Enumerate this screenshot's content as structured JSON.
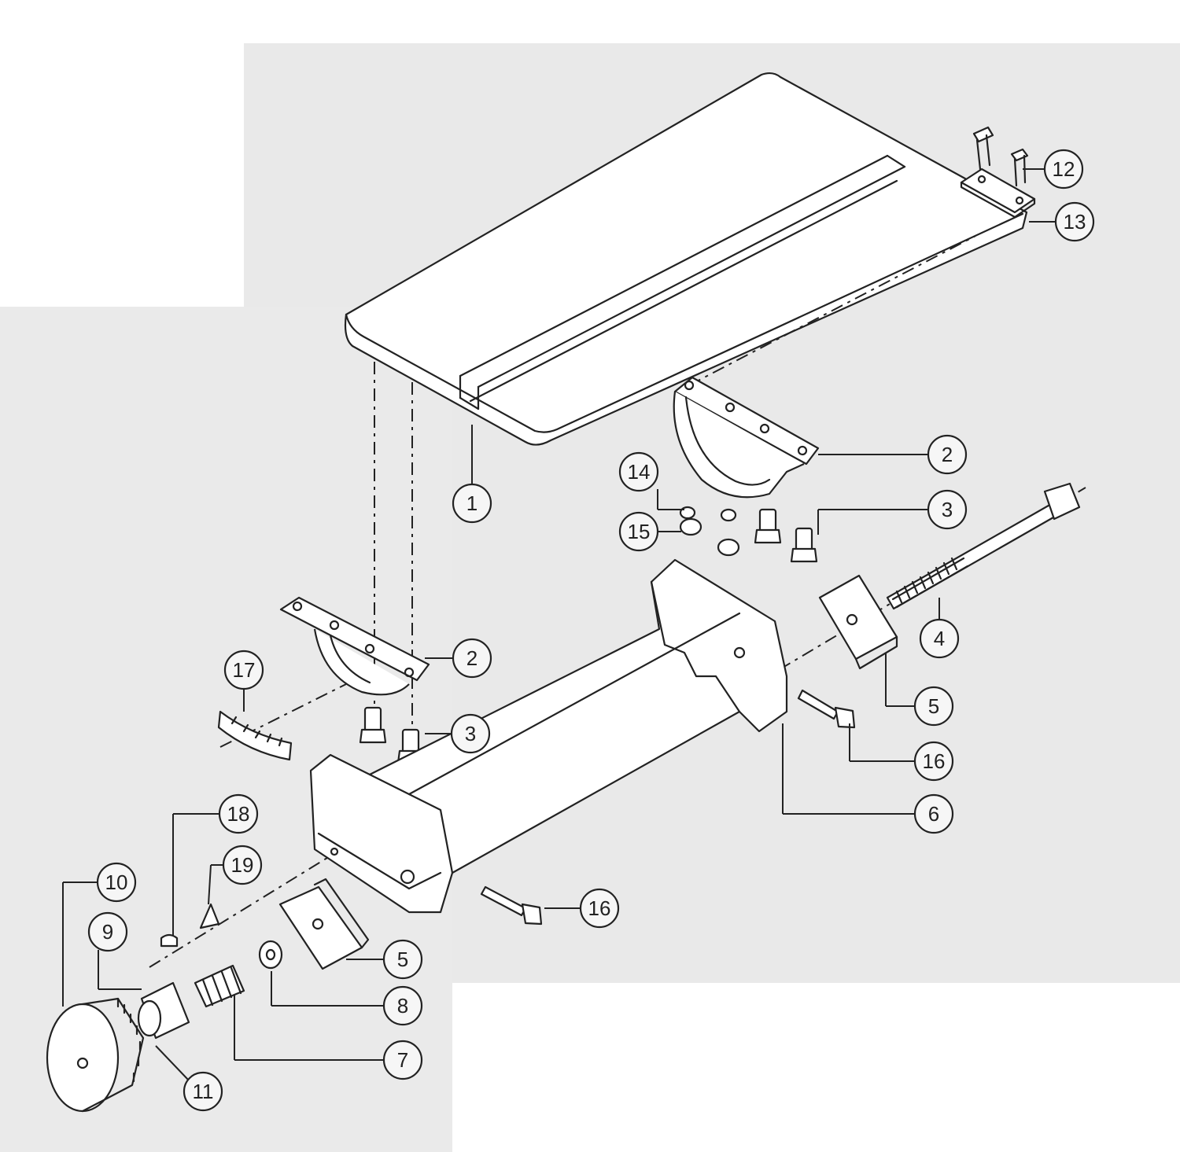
{
  "diagram": {
    "parts": [
      {
        "id": "p1",
        "label": "1"
      },
      {
        "id": "p2a",
        "label": "2"
      },
      {
        "id": "p2b",
        "label": "2"
      },
      {
        "id": "p3a",
        "label": "3"
      },
      {
        "id": "p3b",
        "label": "3"
      },
      {
        "id": "p4",
        "label": "4"
      },
      {
        "id": "p5a",
        "label": "5"
      },
      {
        "id": "p5b",
        "label": "5"
      },
      {
        "id": "p6",
        "label": "6"
      },
      {
        "id": "p7",
        "label": "7"
      },
      {
        "id": "p8",
        "label": "8"
      },
      {
        "id": "p9",
        "label": "9"
      },
      {
        "id": "p10",
        "label": "10"
      },
      {
        "id": "p11",
        "label": "11"
      },
      {
        "id": "p12",
        "label": "12"
      },
      {
        "id": "p13",
        "label": "13"
      },
      {
        "id": "p14",
        "label": "14"
      },
      {
        "id": "p15",
        "label": "15"
      },
      {
        "id": "p16a",
        "label": "16"
      },
      {
        "id": "p16b",
        "label": "16"
      },
      {
        "id": "p17",
        "label": "17"
      },
      {
        "id": "p18",
        "label": "18"
      },
      {
        "id": "p19",
        "label": "19"
      }
    ]
  }
}
